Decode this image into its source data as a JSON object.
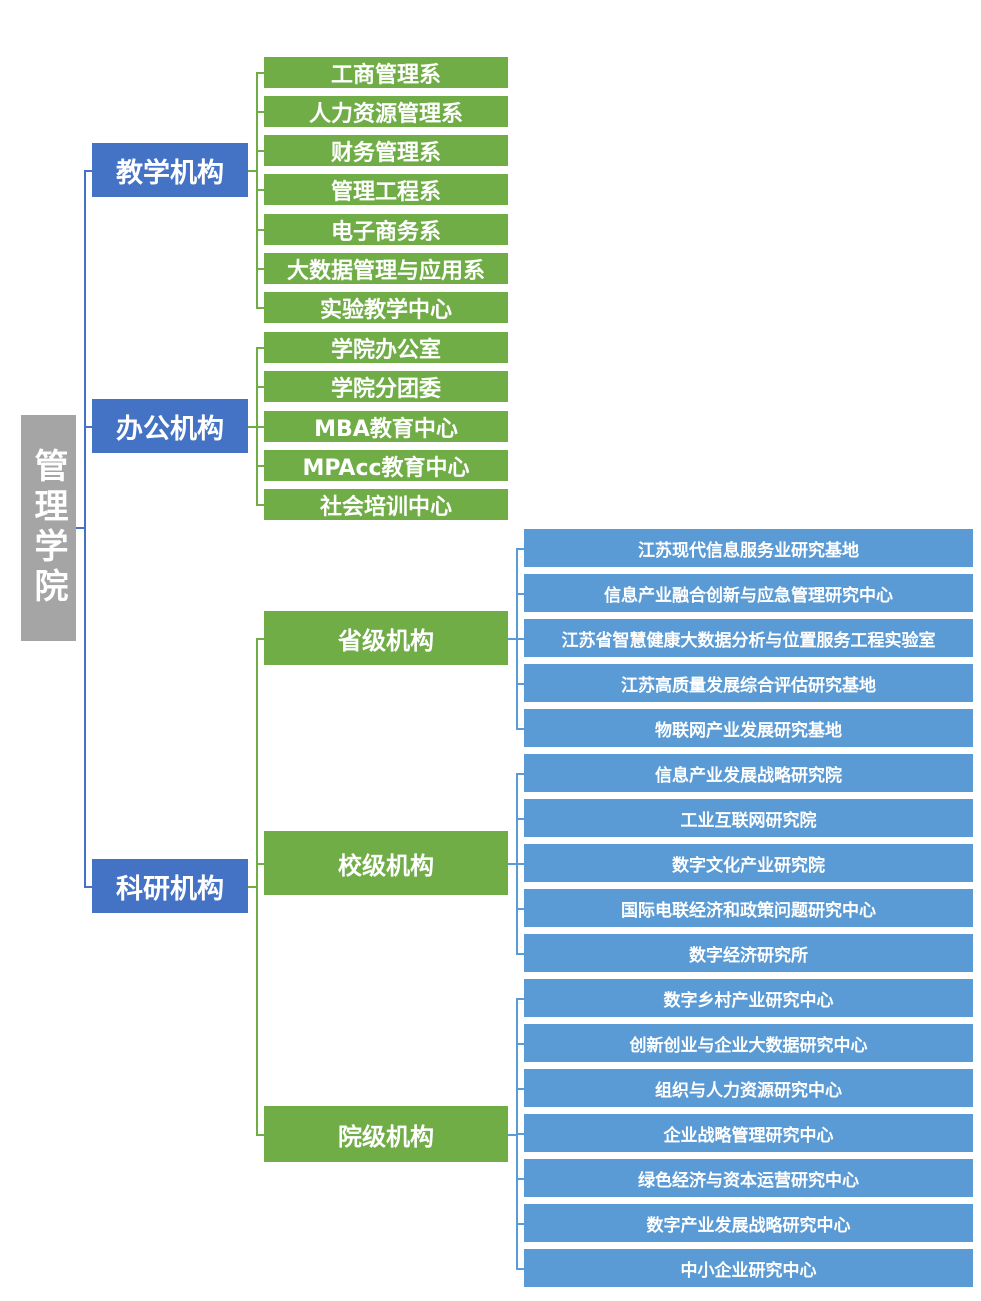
{
  "root": "管理学院",
  "colors": {
    "root": "#A5A5A5",
    "level1": "#4472C4",
    "green": "#70AD47",
    "blue": "#5B9BD5"
  },
  "teaching": {
    "label": "教学机构",
    "items": [
      "工商管理系",
      "人力资源管理系",
      "财务管理系",
      "管理工程系",
      "电子商务系",
      "大数据管理与应用系",
      "实验教学中心"
    ]
  },
  "office": {
    "label": "办公机构",
    "items": [
      "学院办公室",
      "学院分团委",
      "MBA教育中心",
      "MPAcc教育中心",
      "社会培训中心"
    ]
  },
  "research": {
    "label": "科研机构",
    "groups": [
      {
        "label": "省级机构",
        "items": [
          "江苏现代信息服务业研究基地",
          "信息产业融合创新与应急管理研究中心",
          "江苏省智慧健康大数据分析与位置服务工程实验室",
          "江苏高质量发展综合评估研究基地",
          "物联网产业发展研究基地"
        ]
      },
      {
        "label": "校级机构",
        "items": [
          "信息产业发展战略研究院",
          "工业互联网研究院",
          "数字文化产业研究院",
          "国际电联经济和政策问题研究中心",
          "数字经济研究所"
        ]
      },
      {
        "label": "院级机构",
        "items": [
          "数字乡村产业研究中心",
          "创新创业与企业大数据研究中心",
          "组织与人力资源研究中心",
          "企业战略管理研究中心",
          "绿色经济与资本运营研究中心",
          "数字产业发展战略研究中心",
          "中小企业研究中心"
        ]
      }
    ]
  }
}
